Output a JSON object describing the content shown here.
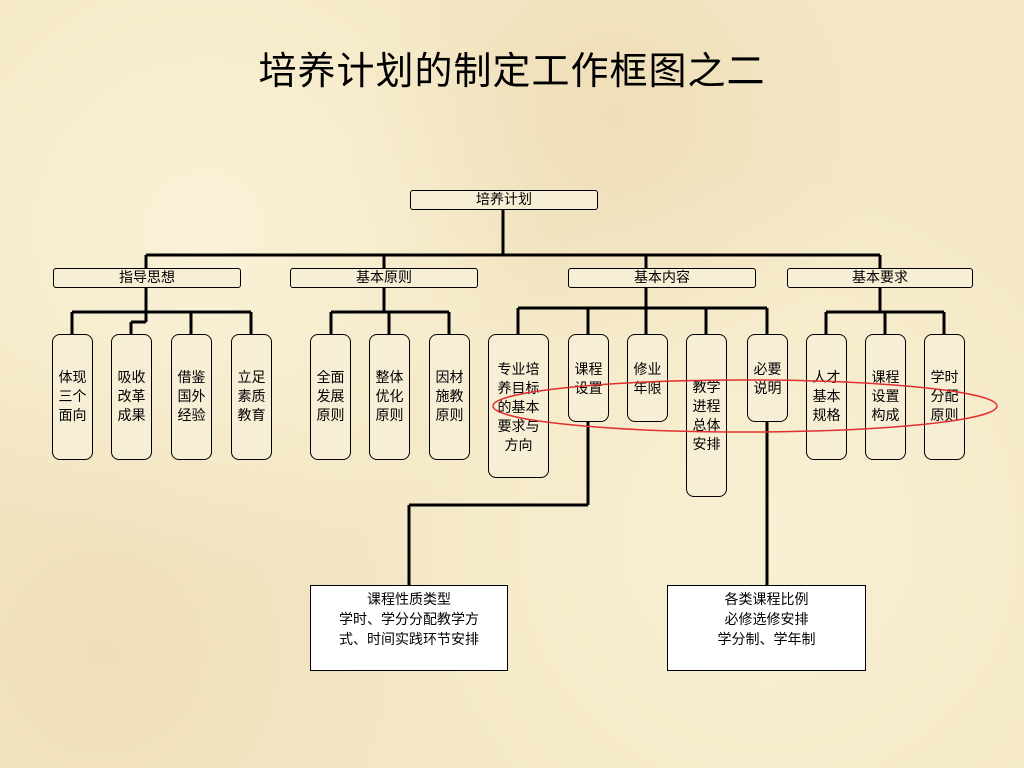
{
  "title": "培养计划的制定工作框图之二",
  "root": "培养计划",
  "categories": [
    "指导思想",
    "基本原则",
    "基本内容",
    "基本要求"
  ],
  "guiding": [
    "体现三个面向",
    "吸收改革成果",
    "借鉴国外经验",
    "立足素质教育"
  ],
  "principles": [
    "全面发展原则",
    "整体优化原则",
    "因材施教原则"
  ],
  "content": [
    "专业培养目标的基本要求与方向",
    "课程设置",
    "修业年限",
    "教学进程总体安排",
    "必要说明"
  ],
  "requirements": [
    "人才基本规格",
    "课程设置构成",
    "学时分配原则"
  ],
  "notes": {
    "left": [
      "课程性质类型",
      "学时、学分分配教学方",
      "式、时间实践环节安排"
    ],
    "right": [
      "各类课程比例",
      "必修选修安排",
      "学分制、学年制"
    ]
  },
  "colors": {
    "background": "#f4e8c6",
    "highlight_ellipse": "#e03030",
    "lines": "#000000"
  }
}
